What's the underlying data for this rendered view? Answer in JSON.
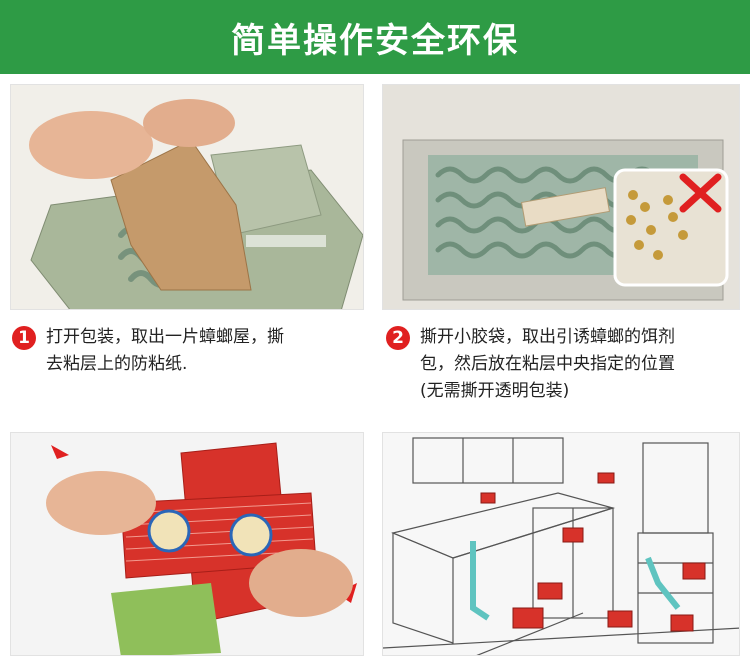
{
  "banner": {
    "title": "简单操作安全环保"
  },
  "steps": [
    {
      "number": "1",
      "lines": [
        "打开包装，取出一片蟑螂屋，撕",
        "去粘层上的防粘纸."
      ]
    },
    {
      "number": "2",
      "lines": [
        "撕开小胶袋，取出引诱蟑螂的饵剂",
        "包，然后放在粘层中央指定的位置",
        "(无需撕开透明包装)"
      ]
    }
  ],
  "colors": {
    "banner": "#2e9b45",
    "step_badge": "#e02020",
    "trap_green": "#a9b79a",
    "trap_red": "#d7322a"
  }
}
